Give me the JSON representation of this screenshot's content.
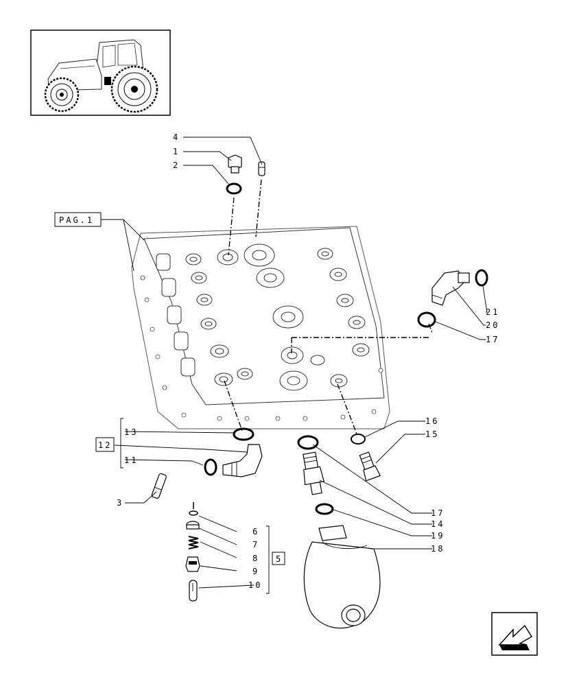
{
  "page_ref": "PAG.1",
  "group_boxes": {
    "g12": "12",
    "g5": "5"
  },
  "labels": {
    "c1": "1",
    "c2": "2",
    "c3": "3",
    "c4": "4",
    "c6": "6",
    "c7": "7",
    "c8": "8",
    "c9": "9",
    "c10": "10",
    "c11": "11",
    "c13": "13",
    "c14": "14",
    "c15": "15",
    "c16": "16",
    "c17a": "17",
    "c17b": "17",
    "c18": "18",
    "c19": "19",
    "c20": "20",
    "c21": "21"
  },
  "icons": {
    "thumbnail": "tractor-thumbnail-icon",
    "nav": "next-page-arrow-icon"
  }
}
